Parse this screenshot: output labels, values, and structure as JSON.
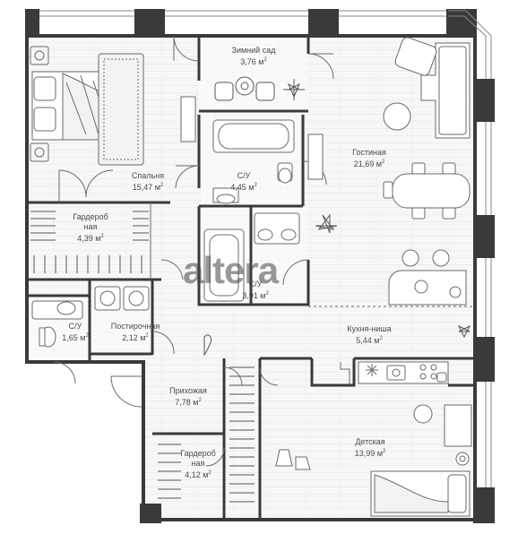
{
  "brand": {
    "watermark": "altera"
  },
  "unit": "м",
  "unit_sup": "2",
  "rooms": [
    {
      "id": "winter-garden",
      "name": "Зимний сад",
      "area": "3,76 м"
    },
    {
      "id": "living",
      "name": "Гостиная",
      "area": "21,69 м"
    },
    {
      "id": "bedroom",
      "name": "Спальня",
      "area": "15,47 м"
    },
    {
      "id": "bath1",
      "name": "С/У",
      "area": "4,45 м"
    },
    {
      "id": "wardrobe1",
      "name": "Гардероб\nная",
      "name_l1": "Гардероб",
      "name_l2": "ная",
      "area": "4,39 м"
    },
    {
      "id": "bath2",
      "name": "С/У",
      "area": "3,91 м"
    },
    {
      "id": "bath3",
      "name": "С/У",
      "area": "1,65 м"
    },
    {
      "id": "laundry",
      "name": "Постирочная",
      "area": "2,12 м"
    },
    {
      "id": "kitchen",
      "name": "Кухня-ниша",
      "area": "5,44 м"
    },
    {
      "id": "hall",
      "name": "Прихожая",
      "area": "7,78 м"
    },
    {
      "id": "wardrobe2",
      "name_l1": "Гардероб",
      "name_l2": "ная",
      "area": "4,12 м"
    },
    {
      "id": "kids",
      "name": "Детская",
      "area": "13,99 м"
    }
  ],
  "colors": {
    "wall": "#3a3a3a",
    "line": "#6a6a6a",
    "floor": "#f4f4f4",
    "accent": "#555555"
  }
}
